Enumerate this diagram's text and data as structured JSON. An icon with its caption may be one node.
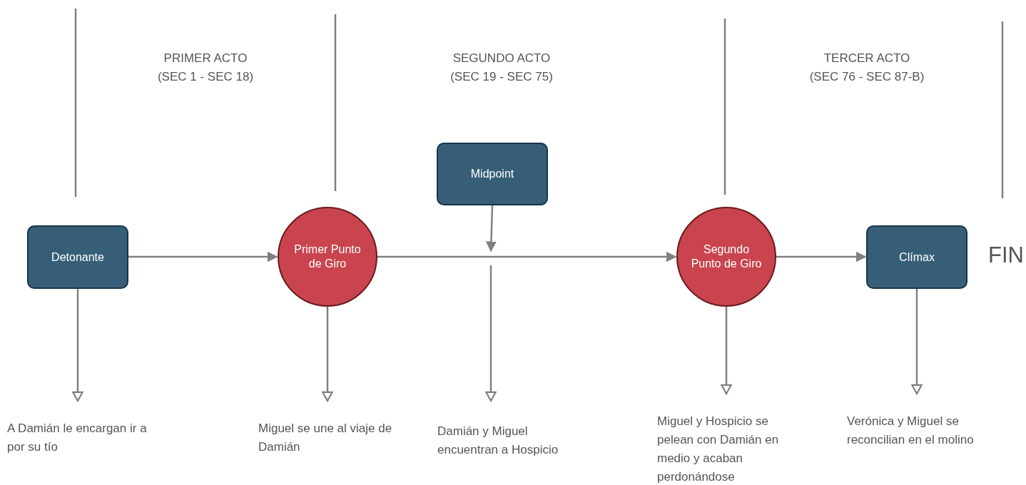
{
  "diagram": {
    "nodes": [
      {
        "text": [
          "Detonante"
        ]
      },
      {
        "text": [
          "Primer Punto de Giro"
        ]
      },
      {
        "text": [
          "Midpoint"
        ]
      },
      {
        "text": [
          "Segundo Punto de Giro"
        ]
      },
      {
        "text": [
          "Clímax"
        ]
      },
      {
        "text": [
          "A Damián le encargan ir a por su tío"
        ]
      },
      {
        "text": [
          "Miguel se une al viaje de Damián"
        ]
      },
      {
        "text": [
          "Damián y Miguel encuentran a Hospicio"
        ]
      },
      {
        "text": [
          "Miguel y Hospicio se pelean con Damián en medio y acaban perdonándose"
        ]
      },
      {
        "text": [
          "Verónica y Miguel se reconcilian en el molino"
        ]
      }
    ],
    "edges": [
      {
        "from": 0,
        "to": 1,
        "arrow": "to"
      },
      {
        "from": 1,
        "to": 3,
        "arrow": "to"
      },
      {
        "from": 3,
        "to": 4,
        "arrow": "to"
      },
      {
        "from": 0,
        "to": 5,
        "arrow": "to"
      },
      {
        "from": 1,
        "to": 6,
        "arrow": "to"
      },
      {
        "from": 2,
        "to": null,
        "arrow": "to"
      },
      {
        "from": null,
        "to": 7,
        "arrow": "to"
      },
      {
        "from": 3,
        "to": 8,
        "arrow": "to"
      },
      {
        "from": 4,
        "to": 9,
        "arrow": "to"
      }
    ],
    "labels": [
      "PRIMER ACTO",
      "(SEC 1 - SEC 18)",
      "SEGUNDO ACTO",
      "(SEC 19 - SEC 75)",
      "TERCER ACTO",
      "(SEC 76 - SEC 87-B)",
      "FIN"
    ]
  }
}
